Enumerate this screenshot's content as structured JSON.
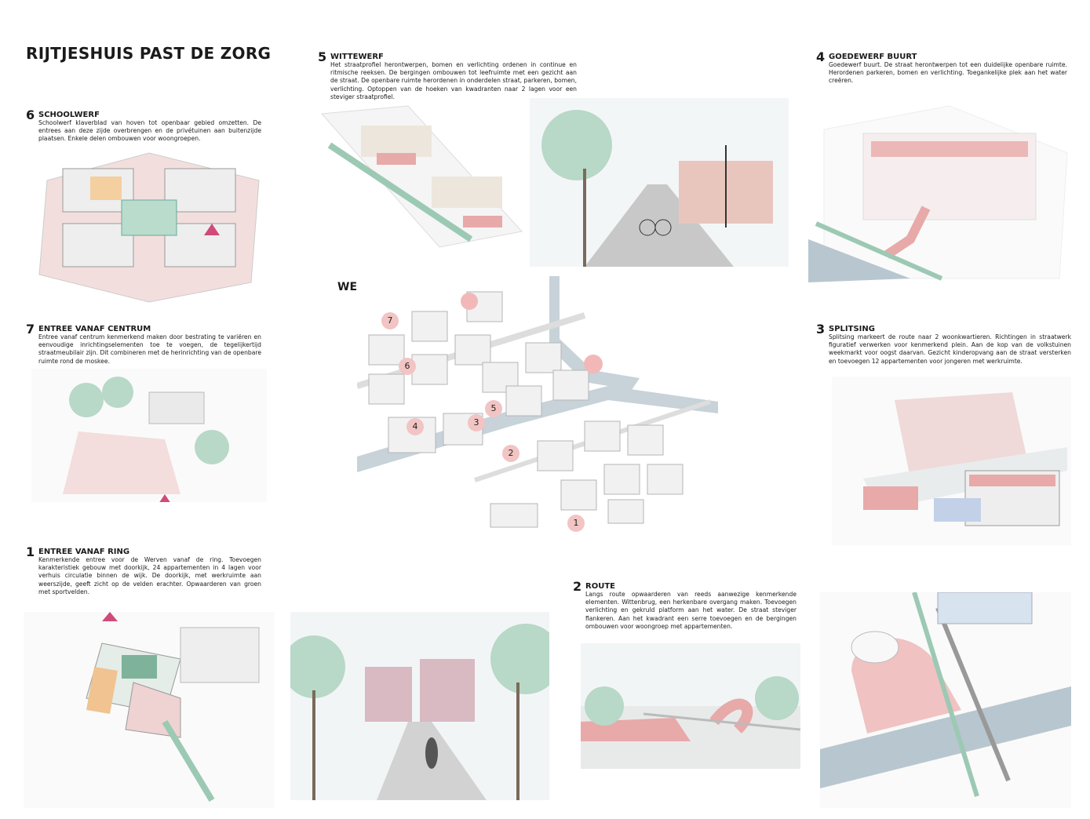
{
  "title": "RIJTJESHUIS PAST DE ZORG",
  "map": {
    "title": "WERVEN",
    "markers": [
      "7",
      "6",
      "5",
      "4",
      "3",
      "2",
      "1"
    ]
  },
  "sections": {
    "s6": {
      "num": "6",
      "title": "SCHOOLWERF",
      "body": "Schoolwerf klaverblad van hoven tot openbaar gebied omzetten. De entrees aan deze zijde overbrengen en de privétuinen aan buitenzijde plaatsen. Enkele delen ombouwen voor woongroepen."
    },
    "s5": {
      "num": "5",
      "title": "WITTEWERF",
      "body": "Het straatprofiel herontwerpen, bomen en verlichting ordenen in continue en ritmische reeksen. De bergingen ombouwen tot leefruimte met een gezicht aan de straat. De openbare ruimte herordenen in onderdelen straat, parkeren, bomen, verlichting. Optoppen van de hoeken van kwadranten naar 2 lagen voor een steviger straatprofiel."
    },
    "s4": {
      "num": "4",
      "title": "GOEDEWERF BUURT",
      "body": "Goedewerf buurt. De straat herontwerpen tot een duidelijke openbare ruimte. Herordenen parkeren, bomen en verlichting. Toegankelijke plek aan het water creëren."
    },
    "s7": {
      "num": "7",
      "title": "ENTREE VANAF CENTRUM",
      "body": "Entree vanaf centrum kenmerkend maken door bestrating te variëren en eenvoudige inrichtingselementen toe te voegen, de tegelijkertijd straatmeubilair zijn. Dit combineren met de herinrichting van de openbare ruimte rond de moskee."
    },
    "s3": {
      "num": "3",
      "title": "SPLITSING",
      "body": "Splitsing markeert de route naar 2 woonkwartieren. Richtingen in straatwerk figuratief verwerken voor kenmerkend plein. Aan de kop van de volkstuinen weekmarkt voor oogst daarvan. Gezicht kinderopvang aan de straat versterken en toevoegen 12 appartementen voor jongeren met werkruimte."
    },
    "s1": {
      "num": "1",
      "title": "ENTREE VANAF RING",
      "body": "Kenmerkende entree voor de Werven vanaf de ring. Toevoegen karakteristiek gebouw met doorkijk, 24 appartementen in 4 lagen voor verhuis circulatie binnen de wijk. De doorkijk, met werkruimte aan weerszijde, geeft zicht op de velden erachter. Opwaarderen van groen met sportvelden."
    },
    "s2": {
      "num": "2",
      "title": "ROUTE",
      "body": "Langs route opwaarderen van reeds aanwezige kenmerkende elementen. Wittenbrug, een herkenbare overgang maken. Toevoegen verlichting en gekruld platform aan het water. De straat steviger flankeren. Aan het kwadrant een serre toevoegen en de bergingen ombouwen voor woongroep met appartementen."
    }
  },
  "colors": {
    "pink": "#e8a9a9",
    "green": "#9cc9b4",
    "water": "#b8c6cf",
    "grey": "#d9d9d9"
  }
}
